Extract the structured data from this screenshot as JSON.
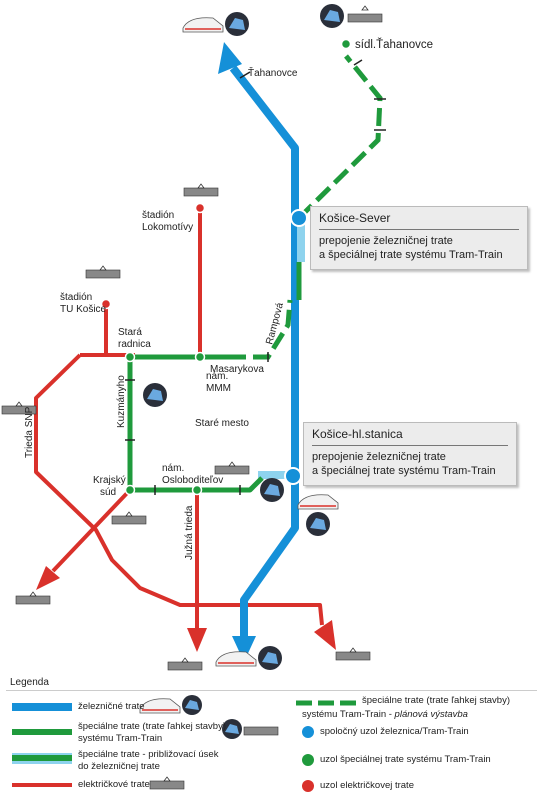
{
  "colors": {
    "railway": "#1590d8",
    "tramtrain": "#1f9a3c",
    "approach": "#8ed3ee",
    "tram": "#d9312b",
    "planned": "#1f9a3c"
  },
  "stops": {
    "tahanovce": "Ťahanovce",
    "sidl_tahanovce": "sídl.Ťahanovce",
    "lokomotivy": [
      "štadión",
      "Lokomotívy"
    ],
    "tu_kosice": [
      "štadión",
      "TU Košice"
    ],
    "stara_radnica": [
      "Stará",
      "radnica"
    ],
    "nam_mmm": [
      "nám.",
      "MMM"
    ],
    "masarykova": "Masarykova",
    "rampova": "Rampová",
    "kuzmanyho": "Kuzmányho",
    "stare_mesto": "Staré mesto",
    "trieda_snp": "Trieda SNP",
    "krajsky_sud": [
      "Krajský",
      "súd"
    ],
    "nam_osloboditelov": [
      "nám.",
      "Osloboditeľov"
    ],
    "juzna_trieda": "Južná trieda"
  },
  "callouts": {
    "sever": {
      "title": "Košice-Sever",
      "line1": "prepojenie železničnej trate",
      "line2": "a špeciálnej trate systému Tram-Train"
    },
    "hl_stanica": {
      "title": "Košice-hl.stanica",
      "line1": "prepojenie železničnej trate",
      "line2": "a špeciálnej trate systému Tram-Train"
    }
  },
  "legend": {
    "title": "Legenda",
    "railway": "železničné trate",
    "tramtrain": [
      "špeciálne trate (trate ľahkej stavby)",
      "systému Tram-Train"
    ],
    "approach": [
      "špeciálne trate - približovací úsek",
      "do železničnej trate"
    ],
    "tram": "električkové trate",
    "planned_a": "špeciálne trate (trate ľahkej stavby)",
    "planned_b": "systému Tram-Train - ",
    "planned_c": "plánová výstavba",
    "node_common": "spoločný uzol železnica/Tram-Train",
    "node_tramtrain": "uzol špeciálnej trate systému Tram-Train",
    "node_tram": "uzol električkovej trate"
  }
}
